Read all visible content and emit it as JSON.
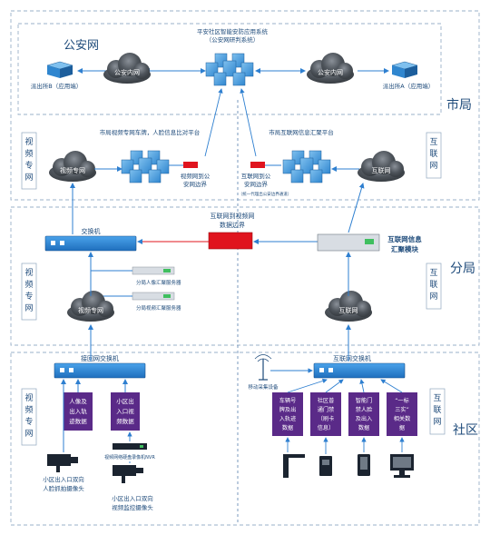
{
  "zones": {
    "police_net": "公安网",
    "city_bureau": "市局",
    "branch_bureau": "分局",
    "community": "社区"
  },
  "top_platform": {
    "line1": "平安社区智能安防应用系统",
    "line2": "（公安网研判系统）"
  },
  "police_clouds": {
    "left": "公安内网",
    "right": "公安内网"
  },
  "stations": {
    "left": "派出所B（应用端）",
    "right": "派出所A（应用端）"
  },
  "city_left_platform": "市局视频专网车牌，人脸信息比对平台",
  "city_right_platform": "市局互联网信息汇聚平台",
  "boundaries": {
    "video_police_l1": "视频网到公",
    "video_police_l2": "安网边界",
    "internet_police_l1": "互联网到公",
    "internet_police_l2": "安网边界",
    "internet_police_note": "（统一代理出公安边界通道）",
    "internet_video_l1": "互联网到视频网",
    "internet_video_l2": "数据边界"
  },
  "vertical_labels": {
    "video_net_1": [
      "视",
      "频",
      "专",
      "网"
    ],
    "internet_1": [
      "互",
      "联",
      "网"
    ],
    "video_net_2": [
      "视",
      "频",
      "专",
      "网"
    ],
    "internet_2": [
      "互",
      "联",
      "网"
    ],
    "video_net_3": [
      "视",
      "频",
      "专",
      "网"
    ],
    "internet_3": [
      "互",
      "联",
      "网"
    ]
  },
  "clouds": {
    "city_video": "视频专网",
    "city_internet": "互联网",
    "branch_video": "视频专网",
    "branch_internet": "互联网"
  },
  "switches": {
    "branch_video": "交换机",
    "community_video": "接回网交换机",
    "community_internet": "互联网交换机"
  },
  "aggregation_module": {
    "line1": "互联网信息",
    "line2": "汇聚模块"
  },
  "branch_servers": {
    "s1": "分局人像汇聚服务器",
    "s2": "分局视频汇聚服务器"
  },
  "mobile_device": "移动采集设备",
  "data_boxes_left": [
    [
      "人像及",
      "出入轨",
      "迹数据"
    ],
    [
      "小区出",
      "入口视",
      "频数据"
    ]
  ],
  "data_boxes_right": [
    [
      "车辆号",
      "牌及出",
      "入轨迹",
      "数据"
    ],
    [
      "社区普",
      "通门禁",
      "（刷卡",
      "信息）"
    ],
    [
      "智能门",
      "禁人脸",
      "及出入",
      "数据"
    ],
    [
      "“一标",
      "三实”",
      "相关数",
      "据"
    ]
  ],
  "nvr_label": "视频网络硬盘录像机NVR",
  "cameras": {
    "face": [
      "小区出入口双向",
      "人脸抓拍摄像头"
    ],
    "video": [
      "小区出入口双向",
      "视频监控摄像头"
    ]
  },
  "colors": {
    "accent": "#2e7fd0",
    "boundary_red": "#e0141e",
    "cloud": "#4a4f55",
    "purple_box": "#5a2a88",
    "zone_border": "#9ab0c8"
  }
}
